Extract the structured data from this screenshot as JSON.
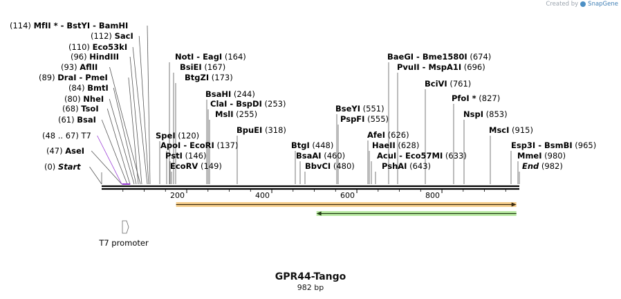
{
  "credit": {
    "prefix": "Created by",
    "brand": "SnapGene"
  },
  "construct": {
    "name": "GPR44-Tango",
    "length_label": "982 bp"
  },
  "sequence": {
    "length": 982
  },
  "ruler": {
    "ticks": [
      200,
      400,
      600,
      800
    ]
  },
  "sites": [
    {
      "pos": "(0)",
      "names": [
        "Start"
      ],
      "italic": true
    },
    {
      "pos": "(47)",
      "names": [
        "AseI"
      ]
    },
    {
      "pos": "(48 .. 67)",
      "names": [
        "T7"
      ],
      "feature": true,
      "color": "#9a3ad6"
    },
    {
      "pos": "(61)",
      "names": [
        "BsaI"
      ]
    },
    {
      "pos": "(68)",
      "names": [
        "TsoI"
      ]
    },
    {
      "pos": "(80)",
      "names": [
        "NheI"
      ]
    },
    {
      "pos": "(84)",
      "names": [
        "BmtI"
      ]
    },
    {
      "pos": "(89)",
      "names": [
        "DraI",
        "PmeI"
      ]
    },
    {
      "pos": "(93)",
      "names": [
        "AflII"
      ]
    },
    {
      "pos": "(96)",
      "names": [
        "HindIII"
      ]
    },
    {
      "pos": "(110)",
      "names": [
        "Eco53kI"
      ]
    },
    {
      "pos": "(112)",
      "names": [
        "SacI"
      ]
    },
    {
      "pos": "(114)",
      "names": [
        "MfII *",
        "BstYI",
        "BamHI"
      ]
    },
    {
      "pos": "(120)",
      "names": [
        "SpeI"
      ]
    },
    {
      "pos": "(137)",
      "names": [
        "ApoI",
        "EcoRI"
      ]
    },
    {
      "pos": "(146)",
      "names": [
        "PstI"
      ]
    },
    {
      "pos": "(149)",
      "names": [
        "EcoRV"
      ]
    },
    {
      "pos": "(164)",
      "names": [
        "NotI",
        "EagI"
      ]
    },
    {
      "pos": "(167)",
      "names": [
        "BsiEI"
      ]
    },
    {
      "pos": "(173)",
      "names": [
        "BtgZI"
      ]
    },
    {
      "pos": "(244)",
      "names": [
        "BsaHI"
      ]
    },
    {
      "pos": "(253)",
      "names": [
        "ClaI",
        "BspDI"
      ]
    },
    {
      "pos": "(255)",
      "names": [
        "MslI"
      ]
    },
    {
      "pos": "(318)",
      "names": [
        "BpuEI"
      ]
    },
    {
      "pos": "(448)",
      "names": [
        "BtgI"
      ]
    },
    {
      "pos": "(460)",
      "names": [
        "BsaAI"
      ]
    },
    {
      "pos": "(480)",
      "names": [
        "BbvCI"
      ]
    },
    {
      "pos": "(551)",
      "names": [
        "BseYI"
      ]
    },
    {
      "pos": "(555)",
      "names": [
        "PspFI"
      ]
    },
    {
      "pos": "(626)",
      "names": [
        "AfeI"
      ]
    },
    {
      "pos": "(628)",
      "names": [
        "HaeII"
      ]
    },
    {
      "pos": "(633)",
      "names": [
        "AcuI",
        "Eco57MI"
      ]
    },
    {
      "pos": "(643)",
      "names": [
        "PshAI"
      ]
    },
    {
      "pos": "(674)",
      "names": [
        "BaeGI",
        "Bme1580I"
      ]
    },
    {
      "pos": "(696)",
      "names": [
        "PvuII",
        "MspA1I"
      ]
    },
    {
      "pos": "(761)",
      "names": [
        "BciVI"
      ]
    },
    {
      "pos": "(827)",
      "names": [
        "PfoI *"
      ]
    },
    {
      "pos": "(853)",
      "names": [
        "NspI"
      ]
    },
    {
      "pos": "(915)",
      "names": [
        "MscI"
      ]
    },
    {
      "pos": "(965)",
      "names": [
        "Esp3I",
        "BsmBI"
      ]
    },
    {
      "pos": "(980)",
      "names": [
        "MmeI"
      ]
    },
    {
      "pos": "(982)",
      "names": [
        "End"
      ],
      "italic": true
    }
  ],
  "features": [
    {
      "name": "T7 promoter",
      "start": 48,
      "end": 67,
      "direction": "forward",
      "color": "#ffffff",
      "label_visible": true
    },
    {
      "start": 175,
      "end": 975,
      "direction": "forward",
      "color": "#f0a830",
      "label_visible": false
    },
    {
      "start": 505,
      "end": 975,
      "direction": "reverse",
      "color": "#7fd957",
      "label_visible": false
    }
  ]
}
